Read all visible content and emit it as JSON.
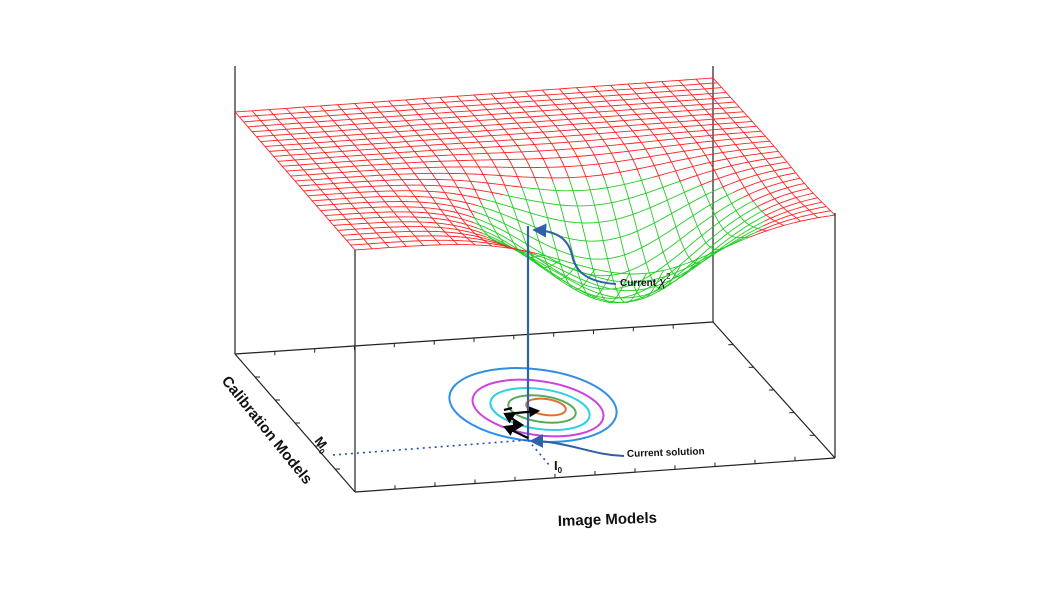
{
  "labels": {
    "x_axis": "Image Models",
    "y_axis": "Calibration Models",
    "current_chi2_prefix": "Current ",
    "current_chi2_symbol": "χ",
    "current_chi2_sup": "2",
    "current_solution": "Current solution",
    "m0_main": "M",
    "m0_sub": "0",
    "i0_main": "I",
    "i0_sub": "0"
  },
  "colors": {
    "surface_above": "#ff2020",
    "surface_below": "#22cc22",
    "box": "#222222",
    "arrow": "#3060a8",
    "dotted": "#2050b0",
    "contours": [
      "#2f8fe6",
      "#cc44dd",
      "#2fd0e0",
      "#5aaa5a",
      "#e07030"
    ],
    "step_arrows": "#000000"
  }
}
